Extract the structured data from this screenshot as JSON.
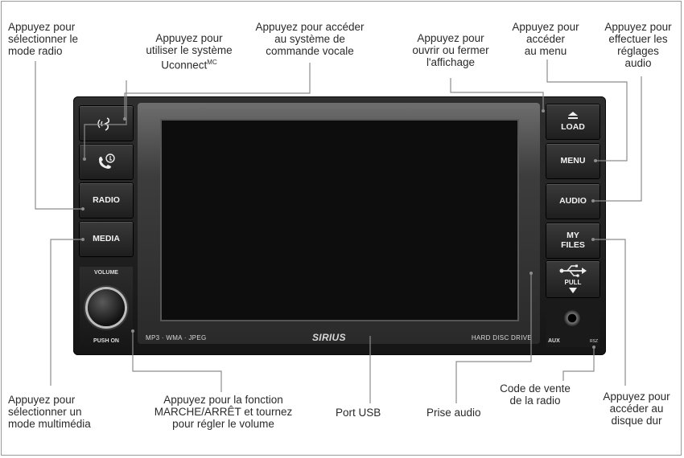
{
  "unit_labels": {
    "load": "LOAD",
    "menu": "MENU",
    "audio": "AUDIO",
    "my_files_1": "MY",
    "my_files_2": "FILES",
    "radio": "RADIO",
    "media": "MEDIA",
    "volume": "VOLUME",
    "push_on": "PUSH ON",
    "pull": "PULL",
    "aux": "AUX",
    "rsz": "RSZ",
    "formats": "MP3 · WMA · JPEG",
    "brand": "SIRIUS",
    "hdd": "HARD DISC DRIVE"
  },
  "callouts": {
    "radio_mode": [
      "Appuyez pour",
      "sélectionner le",
      "mode radio"
    ],
    "uconnect": [
      "Appuyez pour",
      "utiliser le système",
      "Uconnect"
    ],
    "uconnect_sup": "MC",
    "voice": [
      "Appuyez pour accéder",
      "au système de",
      "commande vocale"
    ],
    "display": [
      "Appuyez pour",
      "ouvrir ou fermer",
      "l'affichage"
    ],
    "menu": [
      "Appuyez pour",
      "accéder",
      "au menu"
    ],
    "audio": [
      "Appuyez pour",
      "effectuer les",
      "réglages",
      "audio"
    ],
    "media": [
      "Appuyez pour",
      "sélectionner un",
      "mode multimédia"
    ],
    "power": [
      "Appuyez pour la fonction",
      "MARCHE/ARRÊT et tournez",
      "pour régler le volume"
    ],
    "usb": [
      "Port USB"
    ],
    "jack": [
      "Prise audio"
    ],
    "sales_code": [
      "Code de vente",
      "de la radio"
    ],
    "hdd": [
      "Appuyez pour",
      "accéder au",
      "disque dur"
    ]
  },
  "icons": [
    "voice-command-icon",
    "phone-icon",
    "eject-icon",
    "usb-icon",
    "pull-arrow-icon"
  ]
}
